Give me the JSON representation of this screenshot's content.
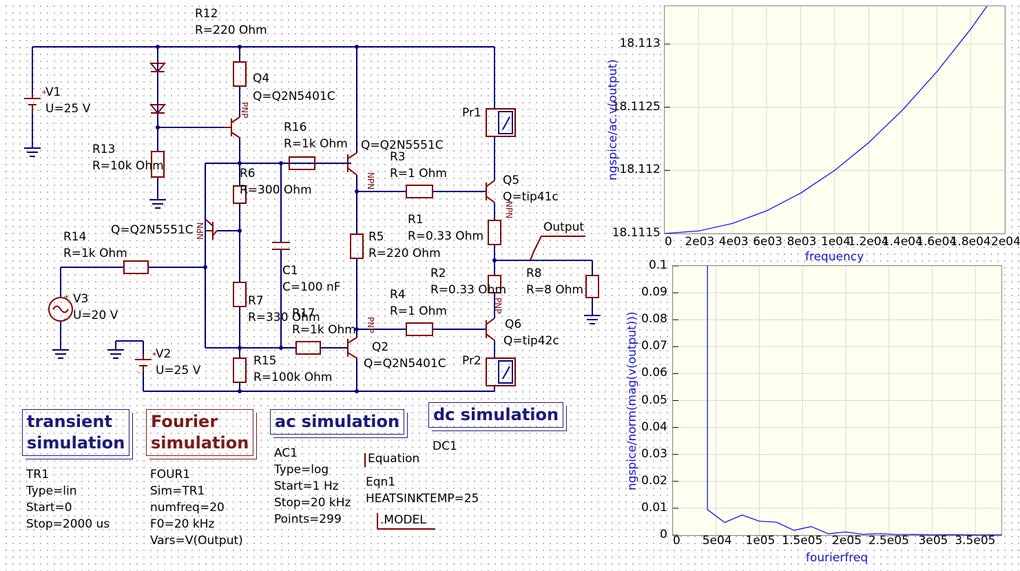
{
  "components": {
    "R12": {
      "name": "R12",
      "value": "R=220 Ohm"
    },
    "V1": {
      "name": "V1",
      "value": "U=25 V"
    },
    "Q4": {
      "name": "Q4",
      "value": "Q=Q2N5401C",
      "type": "PNP"
    },
    "R13": {
      "name": "R13",
      "value": "R=10k Ohm"
    },
    "R16": {
      "name": "R16",
      "value": "R=1k Ohm"
    },
    "Q1": {
      "value": "Q=Q2N5551C",
      "type": "NPN"
    },
    "Q3": {
      "value": "Q=Q2N5551C",
      "type": "NPN"
    },
    "R6": {
      "name": "R6",
      "value": "R=300 Ohm"
    },
    "R3": {
      "name": "R3",
      "value": "R=1 Ohm"
    },
    "Q5": {
      "name": "Q5",
      "value": "Q=tip41c",
      "type": "NPN"
    },
    "Pr1": {
      "name": "Pr1"
    },
    "R14": {
      "name": "R14",
      "value": "R=1k Ohm"
    },
    "R1": {
      "name": "R1",
      "value": "R=0.33 Ohm"
    },
    "Output": {
      "name": "Output"
    },
    "R5": {
      "name": "R5",
      "value": "R=220 Ohm"
    },
    "C1": {
      "name": "C1",
      "value": "C=100 nF"
    },
    "V3": {
      "name": "V3",
      "value": "U=20 V"
    },
    "R2": {
      "name": "R2",
      "value": "R=0.33 Ohm"
    },
    "R8": {
      "name": "R8",
      "value": "R=8 Ohm"
    },
    "R7": {
      "name": "R7",
      "value": "R=330 Ohm"
    },
    "R17": {
      "name": "R17",
      "value": "R=1k Ohm"
    },
    "R4": {
      "name": "R4",
      "value": "R=1 Ohm"
    },
    "Q6": {
      "name": "Q6",
      "value": "Q=tip42c",
      "type": "PNP"
    },
    "V2": {
      "name": "V2",
      "value": "U=25 V"
    },
    "Q2": {
      "name": "Q2",
      "value": "Q=Q2N5401C",
      "type": "PNP"
    },
    "R15": {
      "name": "R15",
      "value": "R=100k Ohm"
    },
    "Pr2": {
      "name": "Pr2"
    }
  },
  "simulations": {
    "transient": {
      "title1": "transient",
      "title2": "simulation",
      "id": "TR1",
      "p1": "Type=lin",
      "p2": "Start=0",
      "p3": "Stop=2000 us"
    },
    "fourier": {
      "title1": "Fourier",
      "title2": "simulation",
      "id": "FOUR1",
      "p1": "Sim=TR1",
      "p2": "numfreq=20",
      "p3": "F0=20 kHz",
      "p4": "Vars=V(Output)"
    },
    "ac": {
      "title": "ac simulation",
      "id": "AC1",
      "p1": "Type=log",
      "p2": "Start=1 Hz",
      "p3": "Stop=20 kHz",
      "p4": "Points=299"
    },
    "dc": {
      "title": "dc simulation",
      "id": "DC1"
    },
    "equation": {
      "tag": "Equation",
      "id": "Eqn1",
      "expr": "HEATSINKTEMP=25"
    },
    "model": {
      "tag": ".MODEL"
    }
  },
  "colors": {
    "wire": "#000080",
    "component": "#800000",
    "trace": "#0000ff",
    "axis_label": "#1515d0"
  },
  "chart_data": [
    {
      "type": "line",
      "ylabel": "ngspice/ac.v(output)",
      "xlabel": "frequency",
      "xlim": [
        0,
        20000
      ],
      "ylim": [
        18.1115,
        18.1133
      ],
      "xticks": [
        "0",
        "2e03",
        "4e03",
        "6e03",
        "8e03",
        "1e04",
        "1.2e04",
        "1.4e04",
        "1.6e04",
        "1.8e04",
        "2e04"
      ],
      "yticks": [
        "18.1115",
        "18.112",
        "18.1125",
        "18.113"
      ],
      "series": [
        {
          "x": [
            0,
            2000,
            4000,
            6000,
            8000,
            10000,
            12000,
            14000,
            16000,
            18000,
            20000
          ],
          "y": [
            18.1115,
            18.11152,
            18.11158,
            18.11168,
            18.11182,
            18.112,
            18.11222,
            18.11248,
            18.11278,
            18.11312,
            18.1135
          ]
        }
      ]
    },
    {
      "type": "line",
      "ylabel": "ngspice/norm(mag(v(output)))",
      "xlabel": "fourierfreq",
      "xlim": [
        0,
        380000
      ],
      "ylim": [
        0,
        0.1
      ],
      "xticks": [
        "0",
        "5e04",
        "1e05",
        "1.5e05",
        "2e05",
        "2.5e05",
        "3e05",
        "3.5e05"
      ],
      "yticks": [
        "0",
        "0.01",
        "0.02",
        "0.03",
        "0.04",
        "0.05",
        "0.06",
        "0.07",
        "0.08",
        "0.09",
        "0.1"
      ],
      "series": [
        {
          "x": [
            40000,
            40000,
            60000,
            80000,
            100000,
            120000,
            140000,
            160000,
            180000,
            200000,
            220000,
            240000,
            260000,
            280000,
            300000,
            320000,
            340000,
            360000,
            380000
          ],
          "y": [
            0.1,
            0.0095,
            0.0047,
            0.0075,
            0.0052,
            0.0048,
            0.0018,
            0.0032,
            0.0005,
            0.0012,
            0.0003,
            0.0006,
            0.0002,
            0.0003,
            0.0001,
            0.0002,
            0.0001,
            0.0001,
            0.0001
          ]
        }
      ]
    }
  ]
}
